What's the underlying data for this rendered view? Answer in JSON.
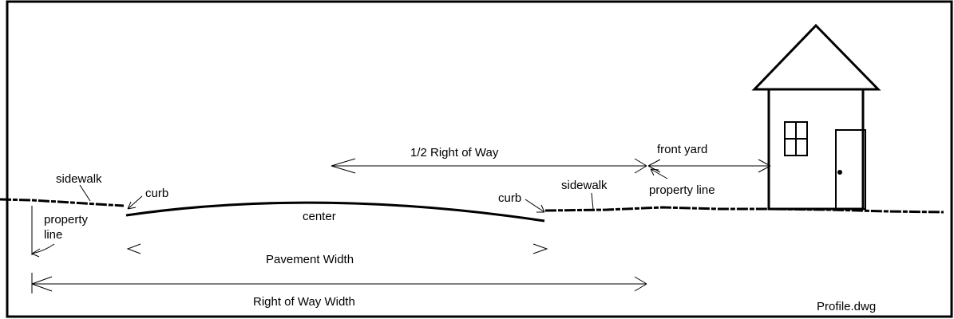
{
  "labels": {
    "sidewalk_left": "sidewalk",
    "curb_left": "curb",
    "property_line_left": "property\nline",
    "center": "center",
    "curb_right": "curb",
    "sidewalk_right": "sidewalk",
    "half_right_of_way": "1/2 Right of Way",
    "front_yard": "front yard",
    "property_line_right": "property line",
    "pavement_width": "Pavement Width",
    "right_of_way_width": "Right of Way Width",
    "file_name": "Profile.dwg"
  }
}
